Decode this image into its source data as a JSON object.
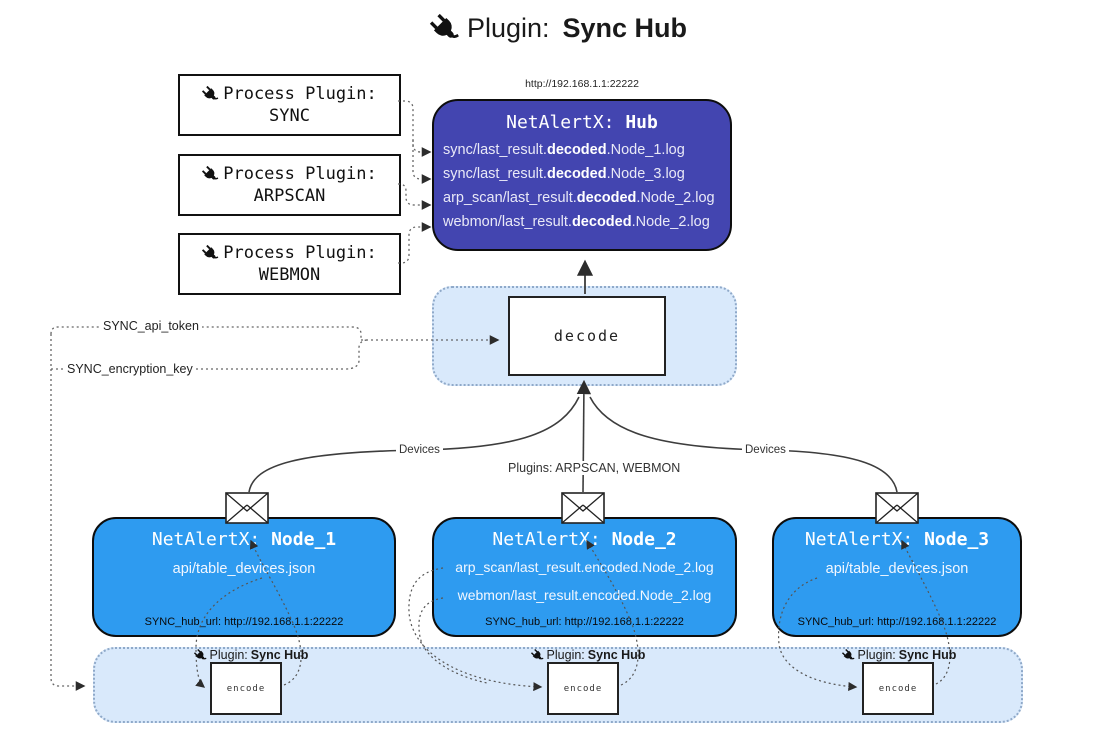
{
  "colors": {
    "hub_fill": "#4345b0",
    "node_fill": "#2e9bf0",
    "panel_fill": "#d9e9fb",
    "panel_border": "#8fa9c9",
    "box_border": "#111111",
    "connector": "#666666",
    "solid_edge": "#3d3d3d",
    "text_light": "#ffffff"
  },
  "title": {
    "prefix": "Plugin:",
    "name": "Sync Hub"
  },
  "process_plugins": [
    {
      "label": "Process Plugin:",
      "name": "SYNC"
    },
    {
      "label": "Process Plugin:",
      "name": "ARPSCAN"
    },
    {
      "label": "Process Plugin:",
      "name": "WEBMON"
    }
  ],
  "hub": {
    "url": "http://192.168.1.1:22222",
    "title_prefix": "NetAlertX:",
    "title_name": "Hub",
    "logs": [
      {
        "pre": "sync/last_result.",
        "bold": "decoded",
        "post": ".Node_1.log"
      },
      {
        "pre": "sync/last_result.",
        "bold": "decoded",
        "post": ".Node_3.log"
      },
      {
        "pre": "arp_scan/last_result.",
        "bold": "decoded",
        "post": ".Node_2.log"
      },
      {
        "pre": "webmon/last_result.",
        "bold": "decoded",
        "post": ".Node_2.log"
      }
    ]
  },
  "decode_panel": {
    "label": "decode"
  },
  "keys": {
    "api_token": "SYNC_api_token",
    "encryption_key": "SYNC_encryption_key"
  },
  "edge_labels": {
    "devices_left": "Devices",
    "plugins_mid": "Plugins: ARPSCAN, WEBMON",
    "devices_right": "Devices"
  },
  "nodes": [
    {
      "title_prefix": "NetAlertX:",
      "title_name": "Node_1",
      "logs": [
        "api/table_devices.json"
      ],
      "hub_url": "SYNC_hub_url: http://192.168.1.1:22222"
    },
    {
      "title_prefix": "NetAlertX:",
      "title_name": "Node_2",
      "logs": [
        "arp_scan/last_result.encoded.Node_2.log",
        "webmon/last_result.encoded.Node_2.log"
      ],
      "hub_url": "SYNC_hub_url: http://192.168.1.1:22222"
    },
    {
      "title_prefix": "NetAlertX:",
      "title_name": "Node_3",
      "logs": [
        "api/table_devices.json"
      ],
      "hub_url": "SYNC_hub_url: http://192.168.1.1:22222"
    }
  ],
  "encode_panel": {
    "plugin_prefix": "Plugin:",
    "plugin_name": "Sync Hub",
    "encode_label": "encode"
  }
}
